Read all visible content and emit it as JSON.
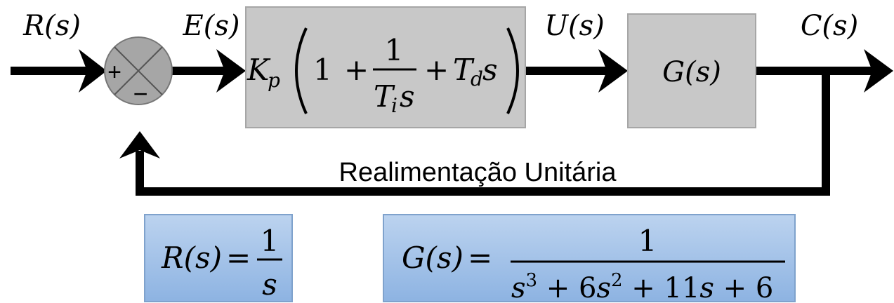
{
  "signals": {
    "r": "R(s)",
    "e": "E(s)",
    "u": "U(s)",
    "c": "C(s)"
  },
  "summing_junction": {
    "plus": "+",
    "minus": "−"
  },
  "controller": {
    "kp": "K",
    "kp_sub": "p",
    "one": "1",
    "plus": "+",
    "num": "1",
    "den_t": "T",
    "den_sub": "i",
    "den_s": "s",
    "td": "T",
    "td_sub": "d",
    "td_s": "s"
  },
  "plant": {
    "label": "G(s)"
  },
  "feedback": {
    "label": "Realimentação Unitária"
  },
  "equations": {
    "r_lhs": "R(s)",
    "r_eq": "=",
    "r_num": "1",
    "r_den": "s",
    "g_lhs": "G(s)",
    "g_eq": "=",
    "g_num": "1",
    "g_den_a": "s",
    "g_den_a_exp": "3",
    "g_den_b": " + 6",
    "g_den_c": "s",
    "g_den_c_exp": "2",
    "g_den_d": " + 11",
    "g_den_e": "s",
    "g_den_f": " + 6"
  },
  "colors": {
    "block_fill": "#c8c8c8",
    "block_stroke": "#a6a6a6",
    "junction_fill": "#a6a6a6",
    "eq_box_top": "#b9d1ee",
    "eq_box_bottom": "#86aee0",
    "eq_box_stroke": "#7fa2cc",
    "line": "#000000"
  }
}
